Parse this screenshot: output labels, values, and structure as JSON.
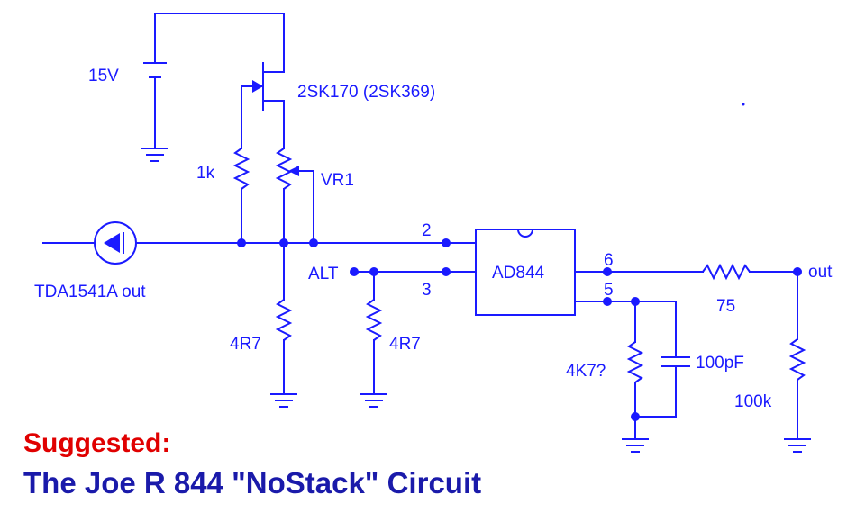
{
  "labels": {
    "supply": "15V",
    "jfet": "2SK170 (2SK369)",
    "r_1k": "1k",
    "vr1": "VR1",
    "source": "TDA1541A out",
    "r_4r7_left": "4R7",
    "alt": "ALT",
    "r_4r7_mid": "4R7",
    "pin2": "2",
    "pin3": "3",
    "opamp": "AD844",
    "pin6": "6",
    "pin5": "5",
    "r_75": "75",
    "out": "out",
    "r_4k7": "4K7?",
    "c_100pf": "100pF",
    "r_100k": "100k"
  },
  "caption": {
    "line1": "Suggested:",
    "line2": "The Joe R 844 \"NoStack\" Circuit"
  },
  "colors": {
    "wire": "#1a1aff",
    "caption_red": "#e00000",
    "caption_blue": "#1a1aaa"
  }
}
